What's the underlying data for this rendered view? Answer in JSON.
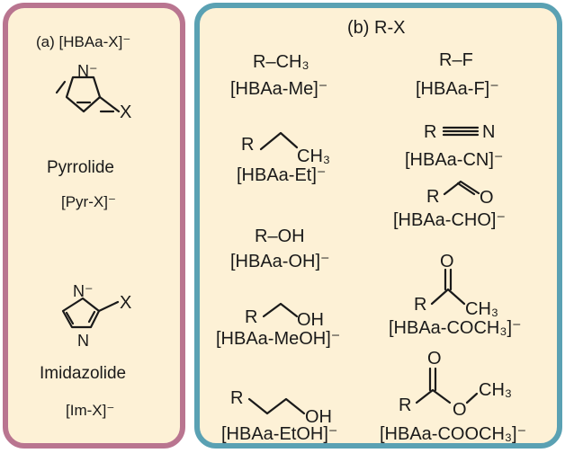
{
  "panel_a": {
    "title": "(a) [HBAa-X]⁻",
    "pyrrolide": {
      "atom_n": "N⁻",
      "atom_x": "X",
      "name": "Pyrrolide",
      "label": "[Pyr-X]⁻"
    },
    "imidazolide": {
      "atom_n1": "N⁻",
      "atom_n3": "N",
      "atom_x": "X",
      "name": "Imidazolide",
      "label": "[Im-X]⁻"
    }
  },
  "panel_b": {
    "title": "(b) R-X",
    "items": [
      {
        "formula": "R–CH₃",
        "label": "[HBAa-Me]⁻"
      },
      {
        "formula": "R–F",
        "label": "[HBAa-F]⁻"
      },
      {
        "r": "R",
        "g": "CH₃",
        "label": "[HBAa-Et]⁻"
      },
      {
        "r": "R",
        "g": "N",
        "label": "[HBAa-CN]⁻"
      },
      {
        "formula": "R–OH",
        "label": "[HBAa-OH]⁻"
      },
      {
        "r": "R",
        "g": "O",
        "label": "[HBAa-CHO]⁻"
      },
      {
        "r": "R",
        "g": "OH",
        "label": "[HBAa-MeOH]⁻"
      },
      {
        "r": "R",
        "o": "O",
        "g": "CH₃",
        "label": "[HBAa-COCH₃]⁻"
      },
      {
        "r": "R",
        "g": "OH",
        "label": "[HBAa-EtOH]⁻"
      },
      {
        "r": "R",
        "o": "O",
        "o2": "O",
        "g": "CH₃",
        "label": "[HBAa-COOCH₃]⁻"
      }
    ]
  },
  "colors": {
    "panel_fill": "#fdf1d6",
    "border_a": "#b97590",
    "border_b": "#5aa1b3"
  }
}
